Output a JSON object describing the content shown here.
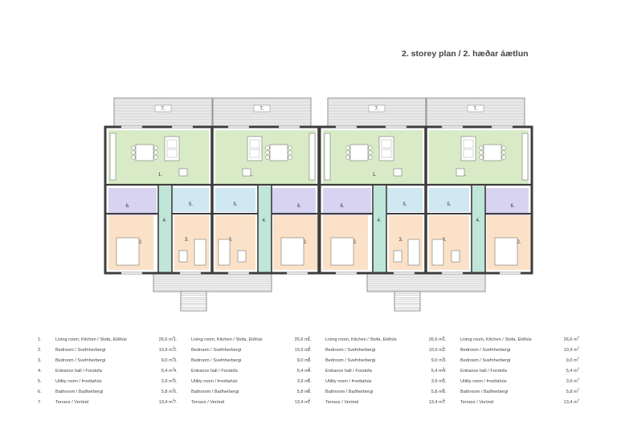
{
  "title": "2. storey plan / 2. hæðar áætlun",
  "colors": {
    "living": "#d8ebc6",
    "bedroom": "#fbe1c8",
    "bathroom": "#d7d3f1",
    "utility": "#cfe8f1",
    "hall": "#bfe6d8",
    "wall": "#3d3d3d",
    "terrace": "#f4f4f4"
  },
  "plan_labels": {
    "living": "1.",
    "bedroom_large": "2.",
    "bedroom_small": "3.",
    "hall": "4.",
    "utility": "5.",
    "bathroom": "6.",
    "terrace": "7."
  },
  "legends": [
    {
      "rows": [
        {
          "num": "1.",
          "name": "Living room, Kitchen / Stofa, Eldhús",
          "area": "26,6 m",
          "unit_sup": "2"
        },
        {
          "num": "2.",
          "name": "Bedroom / Svefnherbergi",
          "area": "10,9 m",
          "unit_sup": "2"
        },
        {
          "num": "3.",
          "name": "Bedroom / Svefnherbergi",
          "area": "9,0 m",
          "unit_sup": "2"
        },
        {
          "num": "4.",
          "name": "Entrance hall / Forstofa",
          "area": "5,4 m",
          "unit_sup": "2"
        },
        {
          "num": "5.",
          "name": "Utility room / Þvottahús",
          "area": "3,9 m",
          "unit_sup": "2"
        },
        {
          "num": "6.",
          "name": "Bathroom / Baðherbergi",
          "area": "5,8 m",
          "unit_sup": "2"
        },
        {
          "num": "7.",
          "name": "Terrace / Verönd",
          "area": "13,4 m",
          "unit_sup": "2"
        }
      ]
    },
    {
      "rows": [
        {
          "num": "1.",
          "name": "Living room, Kitchen / Stofa, Eldhús",
          "area": "26,6 m",
          "unit_sup": "2"
        },
        {
          "num": "2.",
          "name": "Bedroom / Svefnherbergi",
          "area": "10,9 m",
          "unit_sup": "2"
        },
        {
          "num": "3.",
          "name": "Bedroom / Svefnherbergi",
          "area": "9,0 m",
          "unit_sup": "2"
        },
        {
          "num": "4.",
          "name": "Entrance hall / Forstofa",
          "area": "5,4 m",
          "unit_sup": "2"
        },
        {
          "num": "5.",
          "name": "Utility room / Þvottahús",
          "area": "3,9 m",
          "unit_sup": "2"
        },
        {
          "num": "6.",
          "name": "Bathroom / Baðherbergi",
          "area": "5,8 m",
          "unit_sup": "2"
        },
        {
          "num": "7.",
          "name": "Terrace / Verönd",
          "area": "13,4 m",
          "unit_sup": "2"
        }
      ]
    },
    {
      "rows": [
        {
          "num": "1.",
          "name": "Living room, Kitchen / Stofa, Eldhús",
          "area": "26,6 m",
          "unit_sup": "2"
        },
        {
          "num": "2.",
          "name": "Bedroom / Svefnherbergi",
          "area": "10,9 m",
          "unit_sup": "2"
        },
        {
          "num": "3.",
          "name": "Bedroom / Svefnherbergi",
          "area": "9,0 m",
          "unit_sup": "2"
        },
        {
          "num": "4.",
          "name": "Entrance hall / Forstofa",
          "area": "5,4 m",
          "unit_sup": "2"
        },
        {
          "num": "5.",
          "name": "Utility room / Þvottahús",
          "area": "3,9 m",
          "unit_sup": "2"
        },
        {
          "num": "6.",
          "name": "Bathroom / Baðherbergi",
          "area": "5,8 m",
          "unit_sup": "2"
        },
        {
          "num": "7.",
          "name": "Terrace / Verönd",
          "area": "13,4 m",
          "unit_sup": "2"
        }
      ]
    },
    {
      "rows": [
        {
          "num": "1.",
          "name": "Living room, Kitchen / Stofa, Eldhús",
          "area": "26,6 m",
          "unit_sup": "2"
        },
        {
          "num": "2.",
          "name": "Bedroom / Svefnherbergi",
          "area": "10,9 m",
          "unit_sup": "2"
        },
        {
          "num": "3.",
          "name": "Bedroom / Svefnherbergi",
          "area": "9,0 m",
          "unit_sup": "2"
        },
        {
          "num": "4.",
          "name": "Entrance hall / Forstofa",
          "area": "5,4 m",
          "unit_sup": "2"
        },
        {
          "num": "5.",
          "name": "Utility room / Þvottahús",
          "area": "3,9 m",
          "unit_sup": "2"
        },
        {
          "num": "6.",
          "name": "Bathroom / Baðherbergi",
          "area": "5,8 m",
          "unit_sup": "2"
        },
        {
          "num": "7.",
          "name": "Terrace / Verönd",
          "area": "13,4 m",
          "unit_sup": "2"
        }
      ]
    }
  ]
}
